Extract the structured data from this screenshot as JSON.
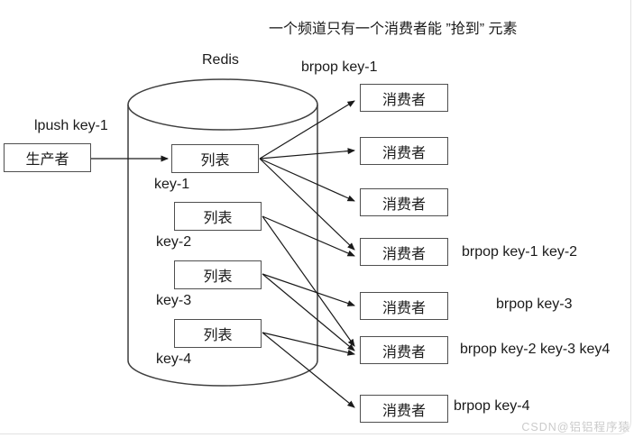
{
  "title": "一个频道只有一个消费者能 ”抢到” 元素",
  "cylinder": {
    "label": "Redis"
  },
  "producer": {
    "label": "生产者",
    "command": "lpush key-1"
  },
  "consumer_top_command": "brpop key-1",
  "lists": [
    {
      "label": "列表",
      "key": "key-1"
    },
    {
      "label": "列表",
      "key": "key-2"
    },
    {
      "label": "列表",
      "key": "key-3"
    },
    {
      "label": "列表",
      "key": "key-4"
    }
  ],
  "consumers": [
    {
      "label": "消费者"
    },
    {
      "label": "消费者"
    },
    {
      "label": "消费者"
    },
    {
      "label": "消费者",
      "command": "brpop key-1 key-2"
    },
    {
      "label": "消费者",
      "command": "brpop key-3"
    },
    {
      "label": "消费者",
      "command": "brpop key-2 key-3 key4"
    },
    {
      "label": "消费者",
      "command": "brpop key-4"
    }
  ],
  "watermark": "CSDN@铝铝程序猿",
  "colors": {
    "line": "#1a1a1a",
    "cylinder_stroke": "#3f3f3f",
    "box_border": "#4f4f4f",
    "text": "#1a1a1a",
    "watermark": "#cbcbcb",
    "background": "#ffffff"
  }
}
